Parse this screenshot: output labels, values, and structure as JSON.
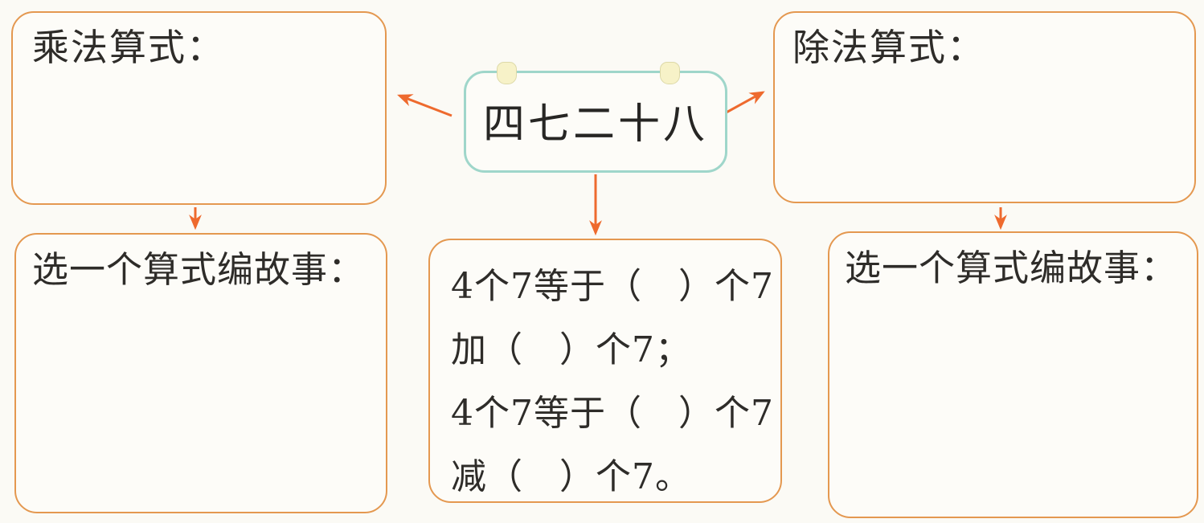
{
  "colors": {
    "page_background": "#fbfaf5",
    "box_border": "#e49850",
    "arrow_color": "#ee6a2e",
    "badge_border": "#9fd6ca",
    "badge_tab_fill": "#f7f2c8",
    "badge_tab_border": "#ddd9a8",
    "text_color": "#2e2c29"
  },
  "center_badge": {
    "text": "四七二十八"
  },
  "boxes": {
    "multiplication": {
      "label": "乘法算式："
    },
    "division": {
      "label": "除法算式："
    },
    "story_left": {
      "label": "选一个算式编故事："
    },
    "story_right": {
      "label": "选一个算式编故事："
    },
    "decompose": {
      "lines": [
        "4个7等于（　）个7",
        "加（　）个7；",
        "4个7等于（　）个7",
        "减（　）个7。"
      ]
    }
  }
}
